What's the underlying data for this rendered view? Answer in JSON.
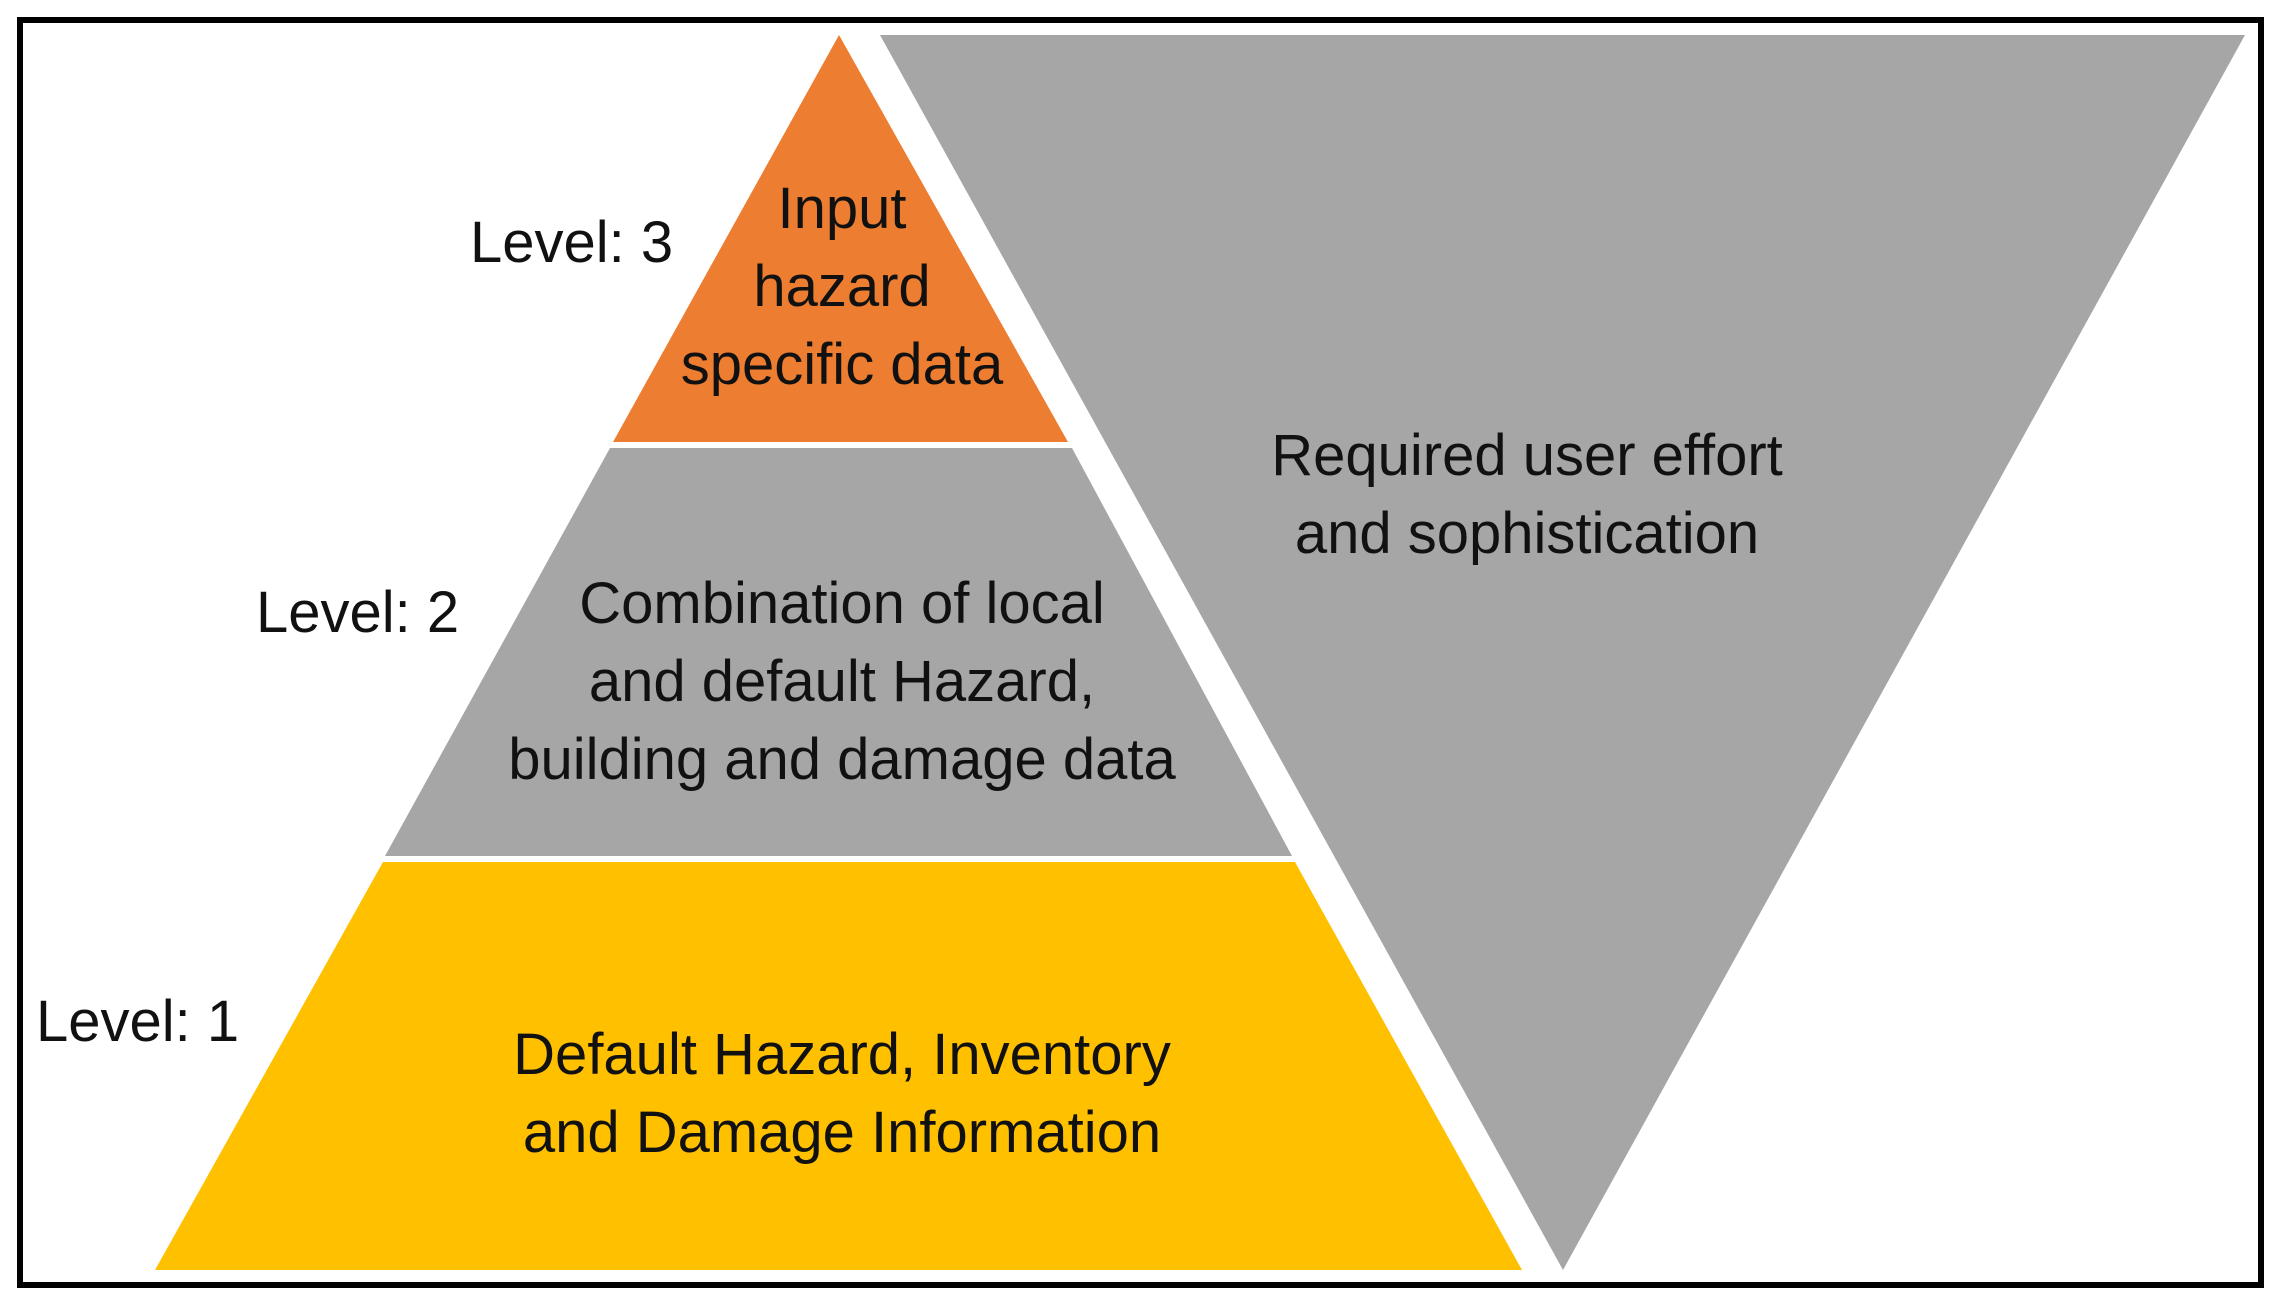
{
  "levels": [
    {
      "label": "Level: 3",
      "text": "Input\nhazard\nspecific data",
      "color": "#ED7D31"
    },
    {
      "label": "Level: 2",
      "text": "Combination of local\nand default Hazard,\nbuilding and damage data",
      "color": "#A6A6A6"
    },
    {
      "label": "Level: 1",
      "text": "Default Hazard, Inventory\nand Damage Information",
      "color": "#FFC000"
    }
  ],
  "effort_triangle": {
    "text": "Required user effort\nand sophistication",
    "color": "#A6A6A6"
  },
  "frame_color": "#000000"
}
